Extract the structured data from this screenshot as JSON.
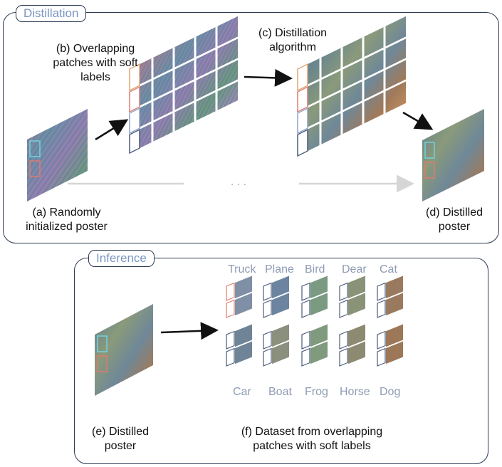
{
  "distillation": {
    "tag": "Distillation",
    "caption_a": "(a) Randomly initialized poster",
    "caption_b": "(b) Overlapping patches with soft labels",
    "caption_c": "(c) Distillation algorithm",
    "caption_d": "(d) Distilled poster",
    "ellipsis": ". . ."
  },
  "inference": {
    "tag": "Inference",
    "caption_e": "(e) Distilled poster",
    "caption_f": "(f) Dataset from overlapping patches with soft labels",
    "classes_top": [
      "Truck",
      "Plane",
      "Bird",
      "Dear",
      "Cat"
    ],
    "classes_bottom": [
      "Car",
      "Boat",
      "Frog",
      "Horse",
      "Dog"
    ]
  },
  "colors": {
    "border": "#2d3a52",
    "tag_text": "#7b95c2",
    "class_text": "#8e9cb4",
    "noise_poster": "#8a6fa0",
    "distilled_poster": "#7d8a78"
  }
}
